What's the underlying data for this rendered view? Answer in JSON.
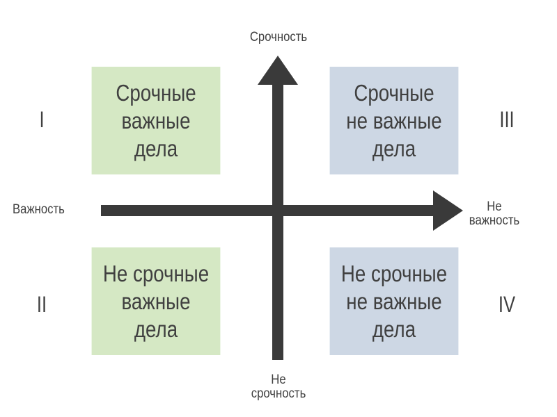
{
  "axes": {
    "vertical_top": "Срочность",
    "vertical_bottom_line1": "Не",
    "vertical_bottom_line2": "срочность",
    "horizontal_left": "Важность",
    "horizontal_right_line1": "Не",
    "horizontal_right_line2": "важность"
  },
  "quadrants": [
    {
      "roman": "I",
      "lines": [
        "Срочные",
        "важные",
        "дела"
      ],
      "color": "#d5e8c4"
    },
    {
      "roman": "II",
      "lines": [
        "Не срочные",
        "важные",
        "дела"
      ],
      "color": "#d5e8c4"
    },
    {
      "roman": "III",
      "lines": [
        "Срочные",
        "не важные",
        "дела"
      ],
      "color": "#cdd7e4"
    },
    {
      "roman": "IV",
      "lines": [
        "Не срочные",
        "не важные",
        "дела"
      ],
      "color": "#cdd7e4"
    }
  ],
  "colors": {
    "axis": "#3a3a3a",
    "text": "#404040"
  }
}
